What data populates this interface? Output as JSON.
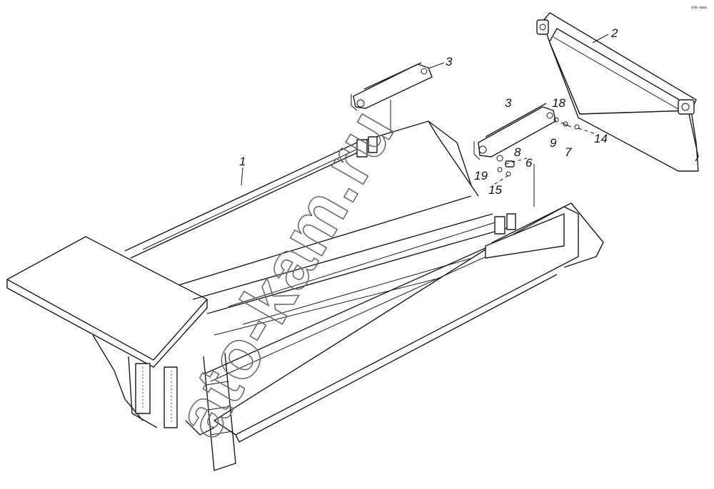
{
  "corner_mark": "а№ ааа",
  "watermark": "ato-kam.ru",
  "callouts": [
    {
      "id": "c1",
      "text": "1"
    },
    {
      "id": "c2",
      "text": "2"
    },
    {
      "id": "c3a",
      "text": "3"
    },
    {
      "id": "c3b",
      "text": "3"
    },
    {
      "id": "c18",
      "text": "18"
    },
    {
      "id": "c14",
      "text": "14"
    },
    {
      "id": "c9",
      "text": "9"
    },
    {
      "id": "c7",
      "text": "7"
    },
    {
      "id": "c8",
      "text": "8"
    },
    {
      "id": "c6",
      "text": "6"
    },
    {
      "id": "c19",
      "text": "19"
    },
    {
      "id": "c15",
      "text": "15"
    }
  ]
}
